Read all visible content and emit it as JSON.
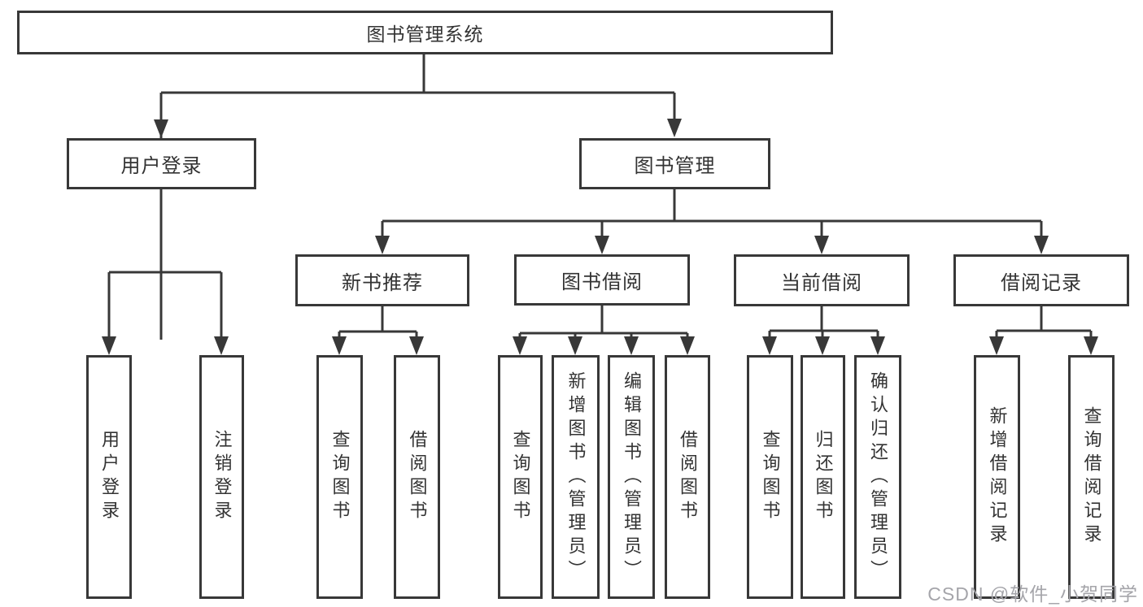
{
  "diagram": {
    "root": {
      "label": "图书管理系统"
    },
    "branches": [
      {
        "label": "用户登录",
        "children": [
          {
            "label": "用户登录"
          },
          {
            "label": "注销登录"
          }
        ]
      },
      {
        "label": "图书管理",
        "children": [
          {
            "label": "新书推荐",
            "children": [
              {
                "label": "查询图书"
              },
              {
                "label": "借阅图书"
              }
            ]
          },
          {
            "label": "图书借阅",
            "children": [
              {
                "label": "查询图书"
              },
              {
                "label": "新增图书（管理员）"
              },
              {
                "label": "编辑图书（管理员）"
              },
              {
                "label": "借阅图书"
              }
            ]
          },
          {
            "label": "当前借阅",
            "children": [
              {
                "label": "查询图书"
              },
              {
                "label": "归还图书"
              },
              {
                "label": "确认归还（管理员）"
              }
            ]
          },
          {
            "label": "借阅记录",
            "children": [
              {
                "label": "新增借阅记录"
              },
              {
                "label": "查询借阅记录"
              }
            ]
          }
        ]
      }
    ]
  },
  "watermark": {
    "text": "CSDN @软件_小贺同学"
  },
  "colors": {
    "line": "#383838",
    "box_border": "#383838",
    "text": "#333333",
    "watermark": "#a5a5aa",
    "background": "#ffffff"
  }
}
